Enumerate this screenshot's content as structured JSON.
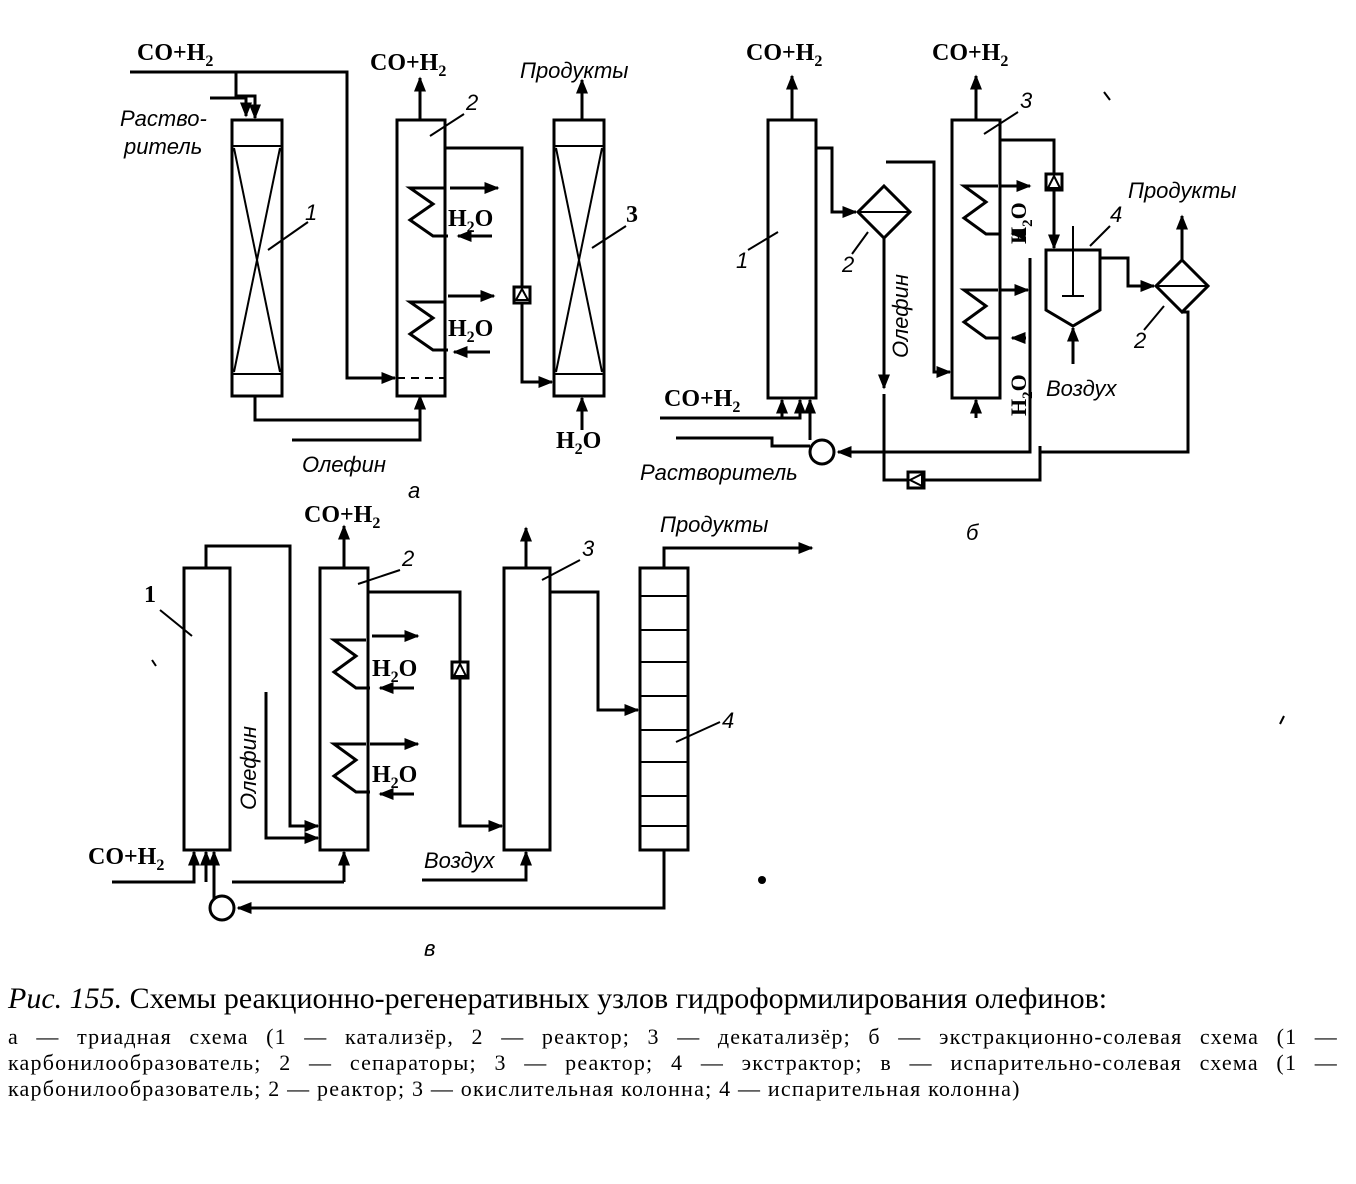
{
  "labels": {
    "co_h2": "CO+H",
    "h2_sub": "2",
    "h2o_h": "H",
    "h2o_o": "O",
    "solvent_a": [
      "Раство-",
      "ритель"
    ],
    "products": "Продукты",
    "olefin": "Олефин",
    "solvent_b": "Растворитель",
    "air": "Воздух"
  },
  "panels": {
    "a": "а",
    "b": "б",
    "c": "в"
  },
  "numbers": {
    "n1": "1",
    "n2": "2",
    "n3": "3",
    "n4": "4"
  },
  "caption": {
    "label": "Рис. 155.",
    "title": "Схемы реакционно-регенеративных узлов гидроформилирования олефинов:",
    "legend": "а — триадная схема (1 — катализёр, 2 — реактор; 3 — декатализёр; б — экстракционно-солевая схема (1 — карбонилообразователь; 2 — сепараторы; 3 — реактор; 4 — экстрактор; в — испарительно-солевая схема (1 — карбонилообразователь; 2 — реактор; 3 — окислительная колонна; 4 — испарительная колонна)"
  }
}
